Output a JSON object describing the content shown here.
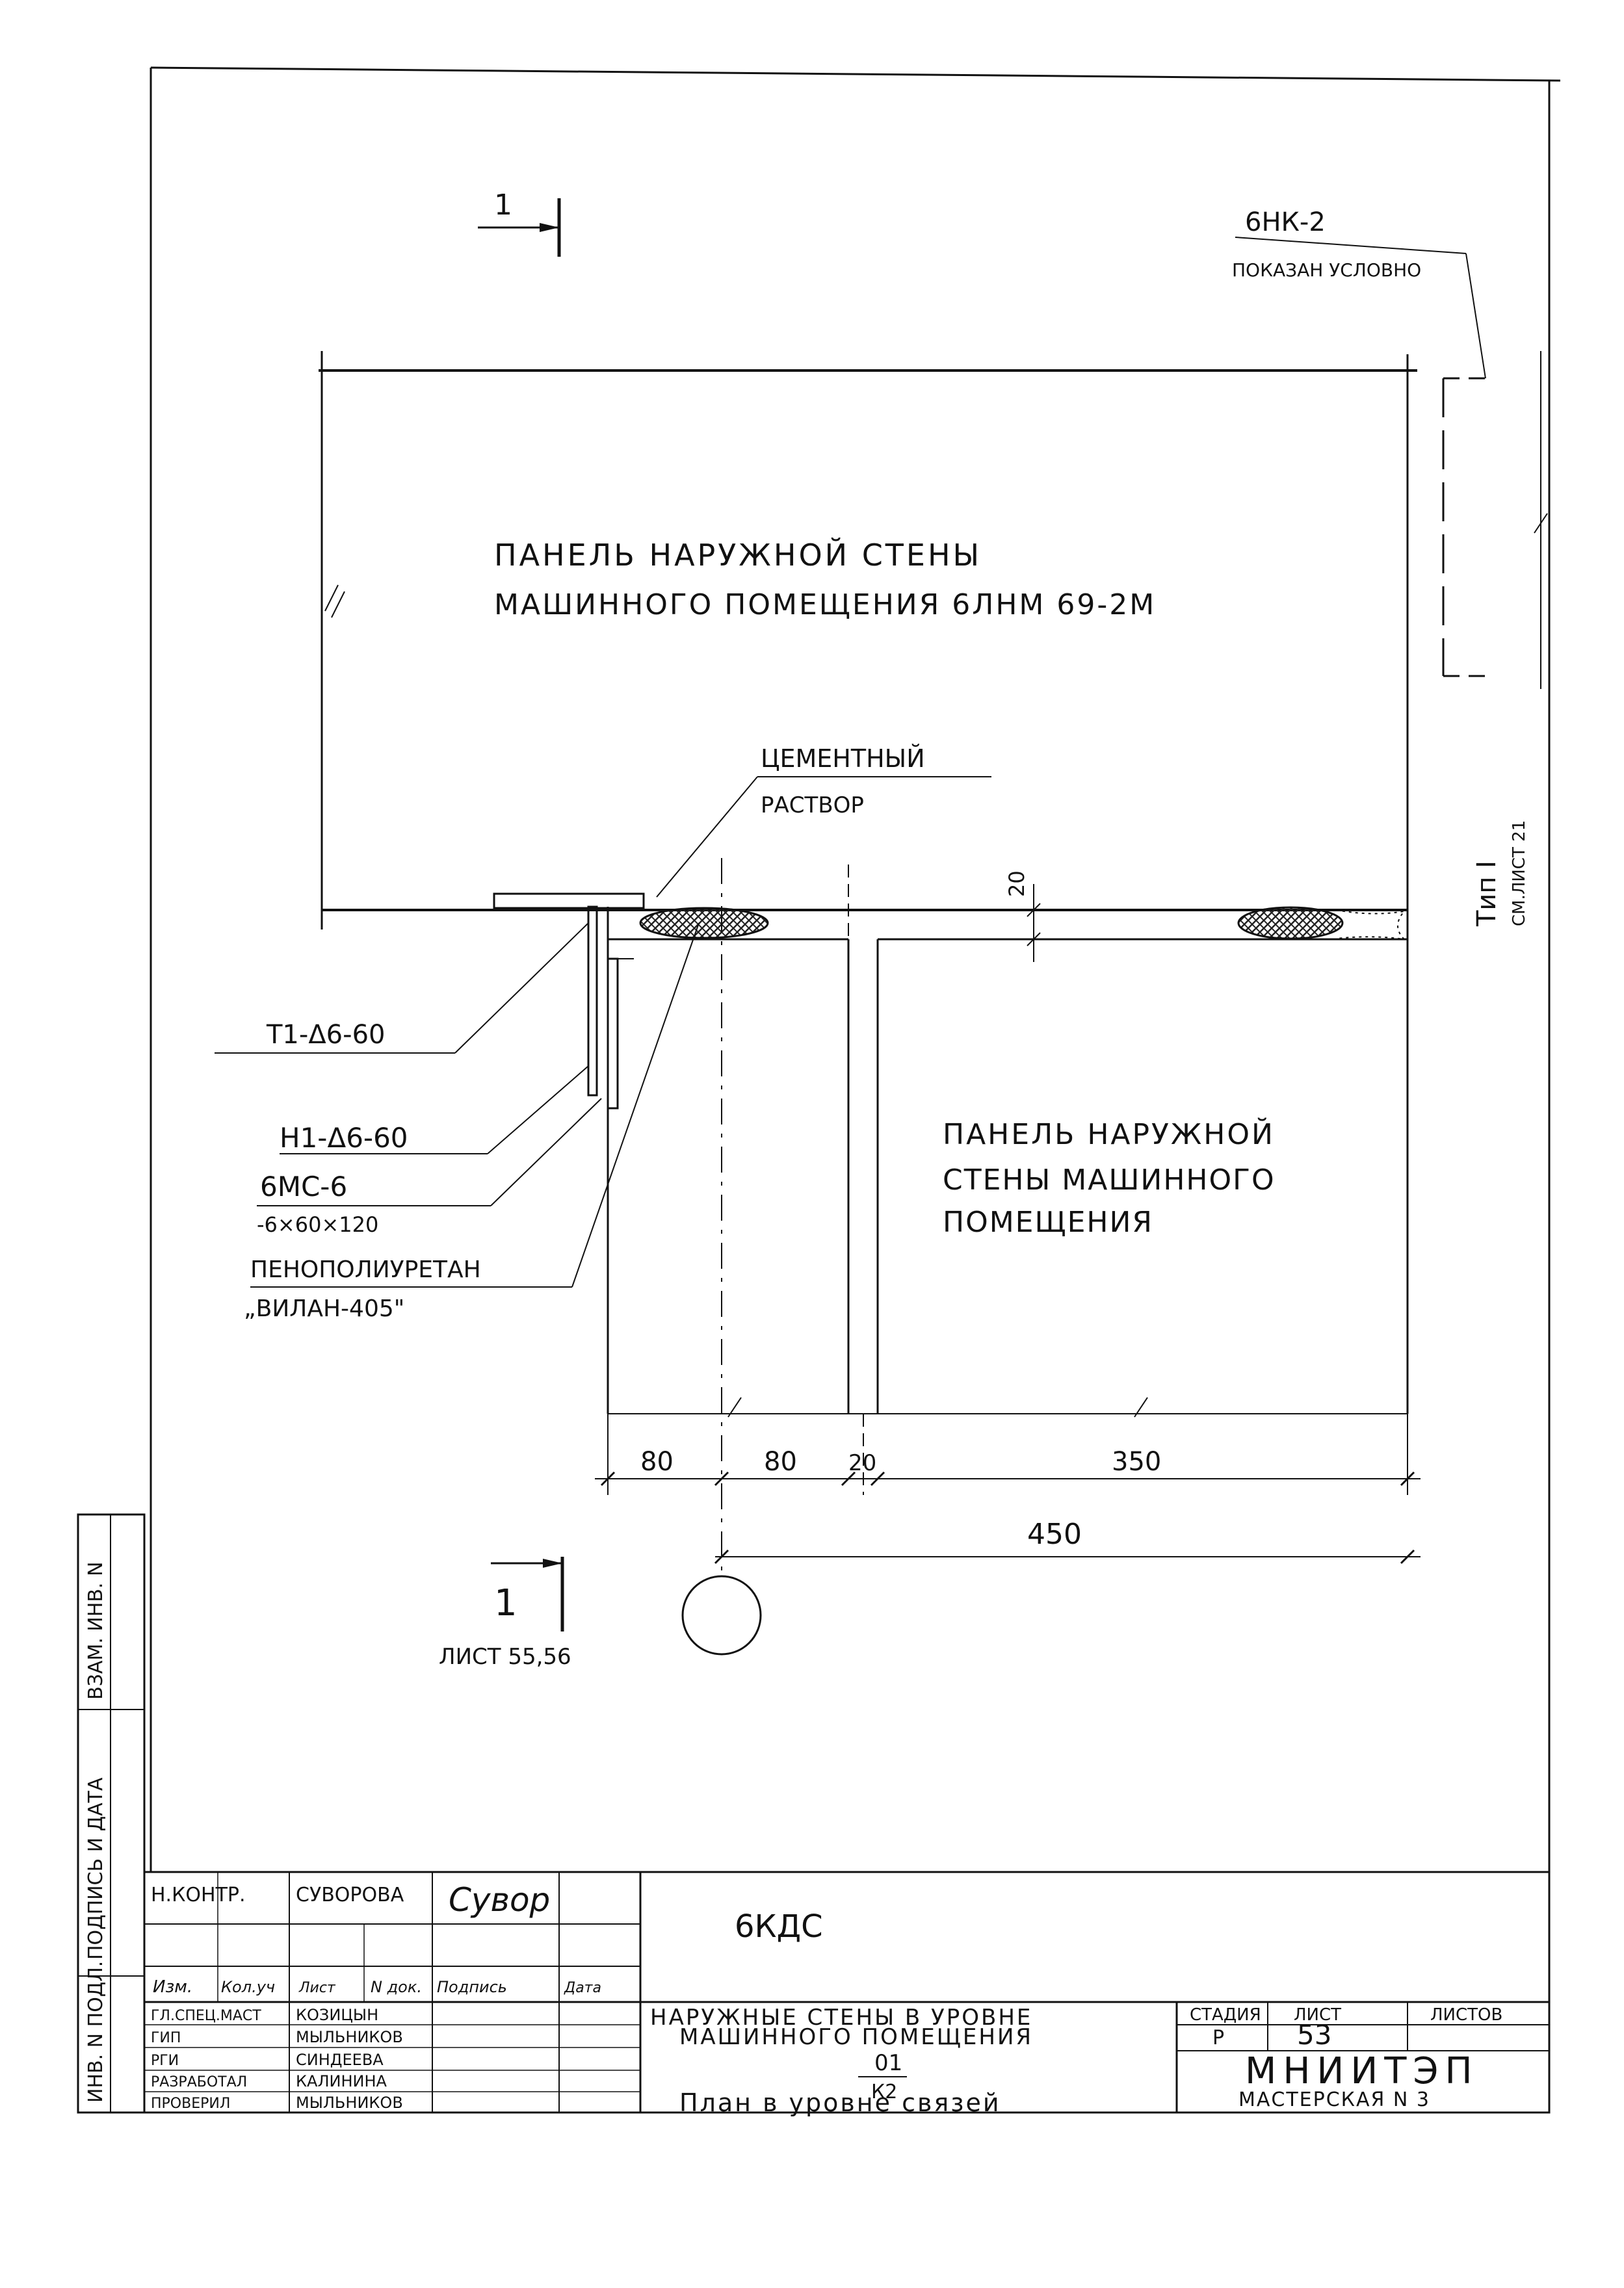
{
  "section_marker_top": {
    "number": "1"
  },
  "section_marker_bottom": {
    "number": "1",
    "sheets": "ЛИСТ 55,56"
  },
  "callouts": {
    "bnk": {
      "title": "6НК-2",
      "note": "ПОКАЗАН УСЛОВНО"
    },
    "cement": {
      "line1": "ЦЕМЕНТНЫЙ",
      "line2": "РАСТВОР"
    },
    "t1": "Т1-Δ6-60",
    "n1": "Н1-Δ6-60",
    "bms": {
      "line1": "6МС-6",
      "line2": "-6×60×120"
    },
    "foam": {
      "line1": "ПЕНОПОЛИУРЕТАН",
      "line2": "„ВИЛАН-405\""
    }
  },
  "panel_top": {
    "line1": "ПАНЕЛЬ НАРУЖНОЙ СТЕНЫ",
    "line2": "МАШИННОГО ПОМЕЩЕНИЯ 6ЛНМ 69-2М"
  },
  "panel_bottom": {
    "line1": "ПАНЕЛЬ НАРУЖНОЙ",
    "line2": "СТЕНЫ МАШИННОГО",
    "line3": "ПОМЕЩЕНИЯ"
  },
  "type_ref": {
    "line1": "Тип I",
    "line2": "СМ.ЛИСТ 21"
  },
  "dimensions": {
    "gap": "20",
    "d80a": "80",
    "d80b": "80",
    "d20": "20",
    "d350": "350",
    "d450": "450"
  },
  "side_stamp": {
    "inv_vzam": "ВЗАМ. ИНВ. N",
    "sign_date": "ПОДПИСЬ И ДАТА",
    "inv_podl": "ИНВ. N ПОДЛ."
  },
  "title_block": {
    "code": "6КДС",
    "rows": [
      {
        "role": "Н.КОНТР.",
        "name": "СУВОРОВА"
      },
      {
        "role": "ГЛ.СПЕЦ.МАСТ",
        "name": "КОЗИЦЫН"
      },
      {
        "role": "ГИП",
        "name": "МЫЛЬНИКОВ"
      },
      {
        "role": "РГИ",
        "name": "СИНДЕЕВА"
      },
      {
        "role": "РАЗРАБОТАЛ",
        "name": "КАЛИНИНА"
      },
      {
        "role": "ПРОВЕРИЛ",
        "name": "МЫЛЬНИКОВ"
      }
    ],
    "header": {
      "izm": "Изм.",
      "kol": "Кол.уч",
      "list": "Лист",
      "ndok": "N док.",
      "podpis": "Подпись",
      "data": "Дата"
    },
    "description_line1": "НАРУЖНЫЕ СТЕНЫ В УРОВНЕ",
    "description_line2": "МАШИННОГО ПОМЕЩЕНИЯ",
    "frac_top": "01",
    "frac_bottom": "К2",
    "sheet_title": "План в уровне связей",
    "stage_label": "СТАДИЯ",
    "sheet_label": "ЛИСТ",
    "sheets_label": "ЛИСТОВ",
    "stage": "Р",
    "sheet": "53",
    "sheets_total": "",
    "org": "МНИИТЭП",
    "workshop": "МАСТЕРСКАЯ N 3"
  }
}
